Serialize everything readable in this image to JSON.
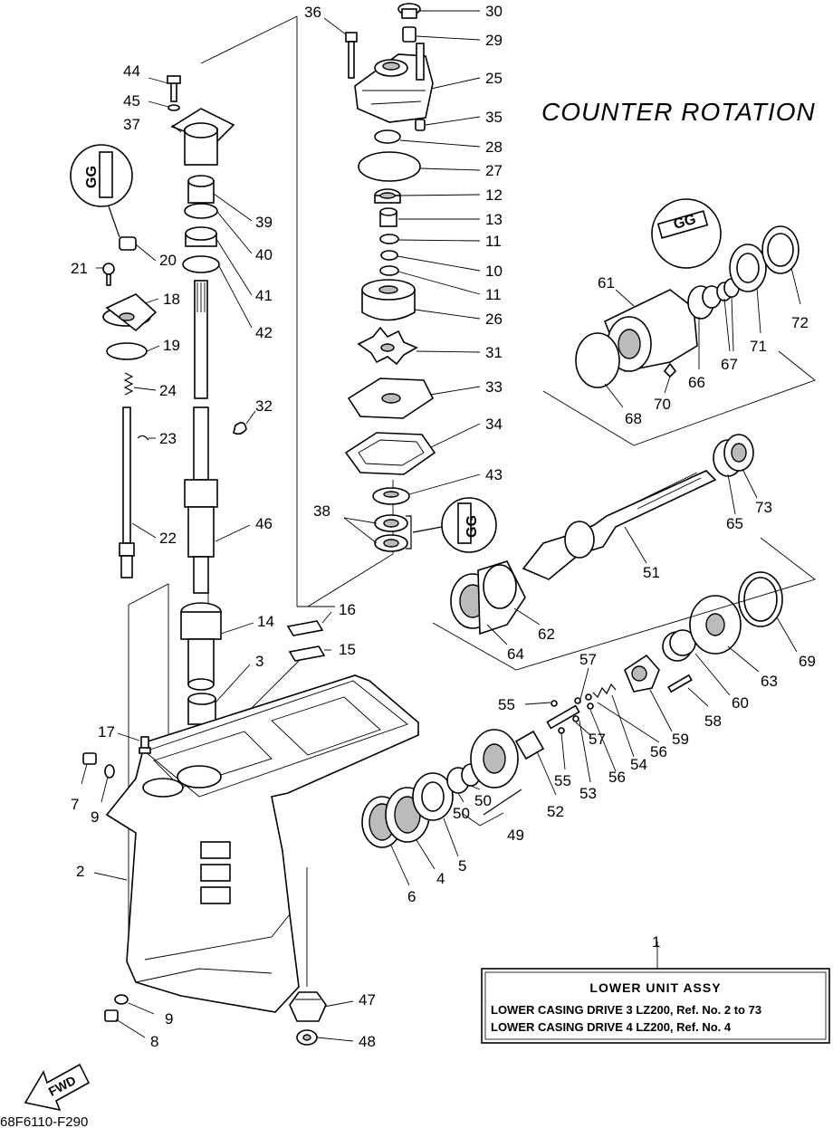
{
  "heading": "COUNTER ROTATION",
  "diagram_code": "68F6110-F290",
  "fwd_label": "FWD",
  "grease_label": "GG",
  "info_box": {
    "ref_number": "1",
    "title": "LOWER  UNIT ASSY",
    "line1": "LOWER CASING DRIVE 3 LZ200, Ref. No. 2 to 73",
    "line2": "LOWER CASING DRIVE 4 LZ200, Ref. No. 4"
  },
  "callouts": {
    "n30": "30",
    "n29": "29",
    "n25": "25",
    "n35": "35",
    "n28": "28",
    "n27": "27",
    "n12": "12",
    "n13": "13",
    "n11a": "11",
    "n10": "10",
    "n11b": "11",
    "n26": "26",
    "n31": "31",
    "n33": "33",
    "n34": "34",
    "n43": "43",
    "n38": "38",
    "n36": "36",
    "n44": "44",
    "n45": "45",
    "n37": "37",
    "n39": "39",
    "n40": "40",
    "n41": "41",
    "n42": "42",
    "n20": "20",
    "n21": "21",
    "n18": "18",
    "n19": "19",
    "n24": "24",
    "n23": "23",
    "n22": "22",
    "n32": "32",
    "n46": "46",
    "n14": "14",
    "n16": "16",
    "n15": "15",
    "n3": "3",
    "n17": "17",
    "n7": "7",
    "n9a": "9",
    "n2": "2",
    "n9b": "9",
    "n8": "8",
    "n47": "47",
    "n48": "48",
    "n6": "6",
    "n4": "4",
    "n5": "5",
    "n50a": "50",
    "n50b": "50",
    "n49": "49",
    "n52": "52",
    "n53": "53",
    "n55a": "55",
    "n55b": "55",
    "n57a": "57",
    "n57b": "57",
    "n56a": "56",
    "n56b": "56",
    "n54": "54",
    "n59": "59",
    "n58": "58",
    "n60": "60",
    "n63": "63",
    "n69": "69",
    "n64": "64",
    "n62": "62",
    "n51": "51",
    "n65": "65",
    "n73": "73",
    "n61": "61",
    "n68": "68",
    "n70": "70",
    "n66": "66",
    "n67": "67",
    "n71": "71",
    "n72": "72"
  }
}
